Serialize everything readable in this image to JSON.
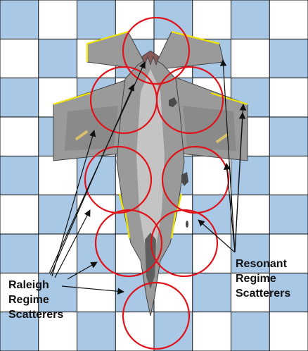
{
  "colors": {
    "tile_blue": "#a8c8e6",
    "tile_white": "#ffffff",
    "grid_line": "#111111",
    "circle": "#e0131a",
    "aircraft_body": "#9a9a9a",
    "aircraft_dark": "#6e6e6e",
    "aircraft_light": "#c4c4c4",
    "edge_highlight": "#f2e600"
  },
  "grid": {
    "columns": 8,
    "rows": 9
  },
  "icons": {
    "aircraft": "stealth-fighter-top-view-icon"
  },
  "labels": {
    "left": [
      "Raleigh",
      "Regime",
      "Scatterers"
    ],
    "right": [
      "Resonant",
      "Regime",
      "Scatterers"
    ]
  }
}
